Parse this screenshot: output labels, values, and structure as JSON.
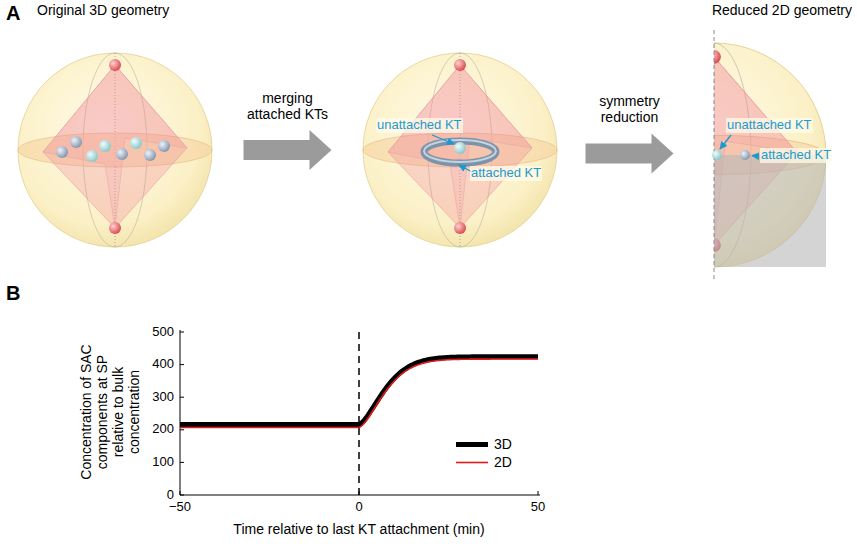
{
  "diagram": {
    "nodes": [
      {
        "text": [
          "Original 3D geometry"
        ]
      },
      {
        "text": [
          "unattached KT",
          "attached KT"
        ]
      },
      {
        "text": [
          "Reduced 2D geometry",
          "unattached KT",
          "attached KT"
        ]
      }
    ],
    "edges": [
      {
        "from": 0,
        "to": 1,
        "arrow": "to",
        "label": "merging attached KTs"
      },
      {
        "from": 1,
        "to": 2,
        "arrow": "to",
        "label": "symmetry reduction"
      }
    ],
    "labels": [
      "A",
      "B",
      "500",
      "400",
      "300",
      "200",
      "100",
      "0",
      "−50",
      "0",
      "50",
      "Time relative to last KT attachment (min)",
      "Concentration of SAC components at SP relative to bulk concentration"
    ],
    "legend": [
      {
        "text": "3D"
      },
      {
        "text": "2D"
      }
    ]
  }
}
